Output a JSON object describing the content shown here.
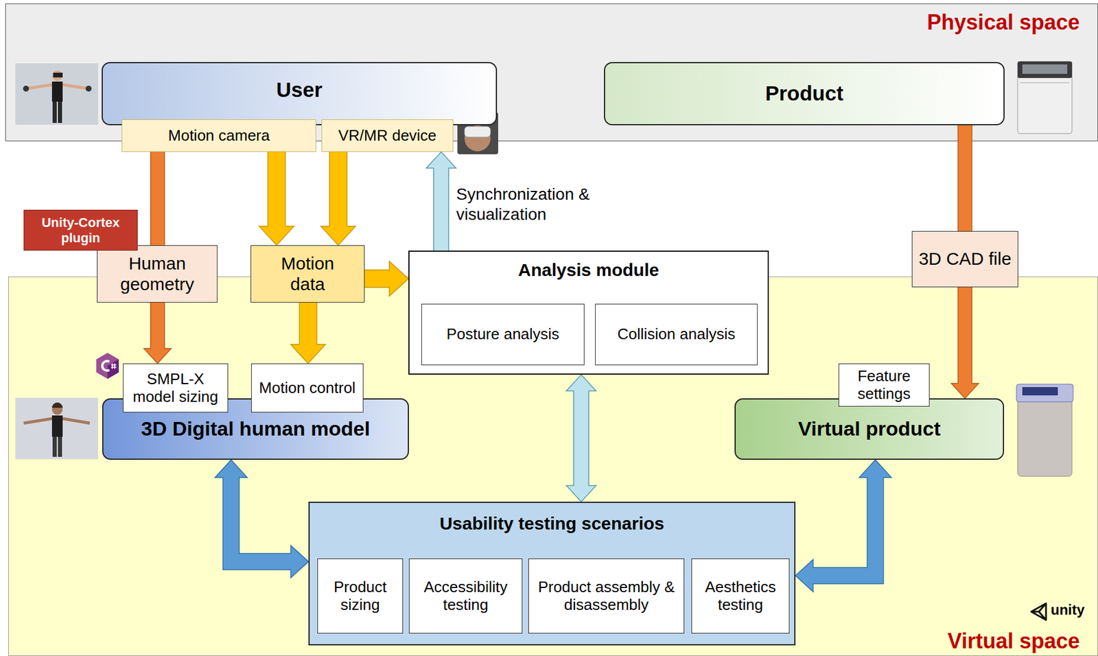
{
  "diagram": {
    "nodes": [
      {
        "text": [
          "Physical space"
        ]
      },
      {
        "text": [
          "User"
        ],
        "in": 0
      },
      {
        "text": [
          "Motion camera"
        ],
        "in": 1
      },
      {
        "text": [
          "VR/MR device"
        ],
        "in": 1
      },
      {
        "text": [
          "Product"
        ],
        "in": 0
      },
      {
        "text": [
          "Unity-Cortex plugin"
        ]
      },
      {
        "text": [
          "Human geometry"
        ]
      },
      {
        "text": [
          "Motion data"
        ]
      },
      {
        "text": [
          "Analysis module"
        ]
      },
      {
        "text": [
          "Posture analysis"
        ],
        "in": 8
      },
      {
        "text": [
          "Collision analysis"
        ],
        "in": 8
      },
      {
        "text": [
          "3D CAD file"
        ]
      },
      {
        "text": [
          "Virtual space"
        ]
      },
      {
        "text": [
          "SMPL-X model sizing"
        ],
        "in": 12
      },
      {
        "text": [
          "Motion control"
        ],
        "in": 12
      },
      {
        "text": [
          "3D Digital human model"
        ],
        "in": 12
      },
      {
        "text": [
          "Feature settings"
        ],
        "in": 12
      },
      {
        "text": [
          "Virtual product"
        ],
        "in": 12
      },
      {
        "text": [
          "Usability testing scenarios"
        ],
        "in": 12
      },
      {
        "text": [
          "Product sizing"
        ],
        "in": 18
      },
      {
        "text": [
          "Accessibility testing"
        ],
        "in": 18
      },
      {
        "text": [
          "Product assembly & disassembly"
        ],
        "in": 18
      },
      {
        "text": [
          "Aesthetics testing"
        ],
        "in": 18
      }
    ],
    "edges": [
      {
        "from": 2,
        "to": 6,
        "arrow": "none"
      },
      {
        "from": 6,
        "to": 13,
        "arrow": "to"
      },
      {
        "from": 2,
        "to": 7,
        "arrow": "to"
      },
      {
        "from": 3,
        "to": 7,
        "arrow": "to"
      },
      {
        "from": 7,
        "to": 8,
        "arrow": "to"
      },
      {
        "from": 7,
        "to": 14,
        "arrow": "to"
      },
      {
        "from": 8,
        "to": 3,
        "arrow": "to",
        "label": "Synchronization & visualization"
      },
      {
        "from": 4,
        "to": 11,
        "arrow": "none"
      },
      {
        "from": 11,
        "to": 17,
        "arrow": "to"
      },
      {
        "from": 8,
        "to": 18,
        "arrow": "both"
      },
      {
        "from": 15,
        "to": 18,
        "arrow": "both"
      },
      {
        "from": 17,
        "to": 18,
        "arrow": "both"
      }
    ],
    "labels": [
      "unity"
    ]
  }
}
